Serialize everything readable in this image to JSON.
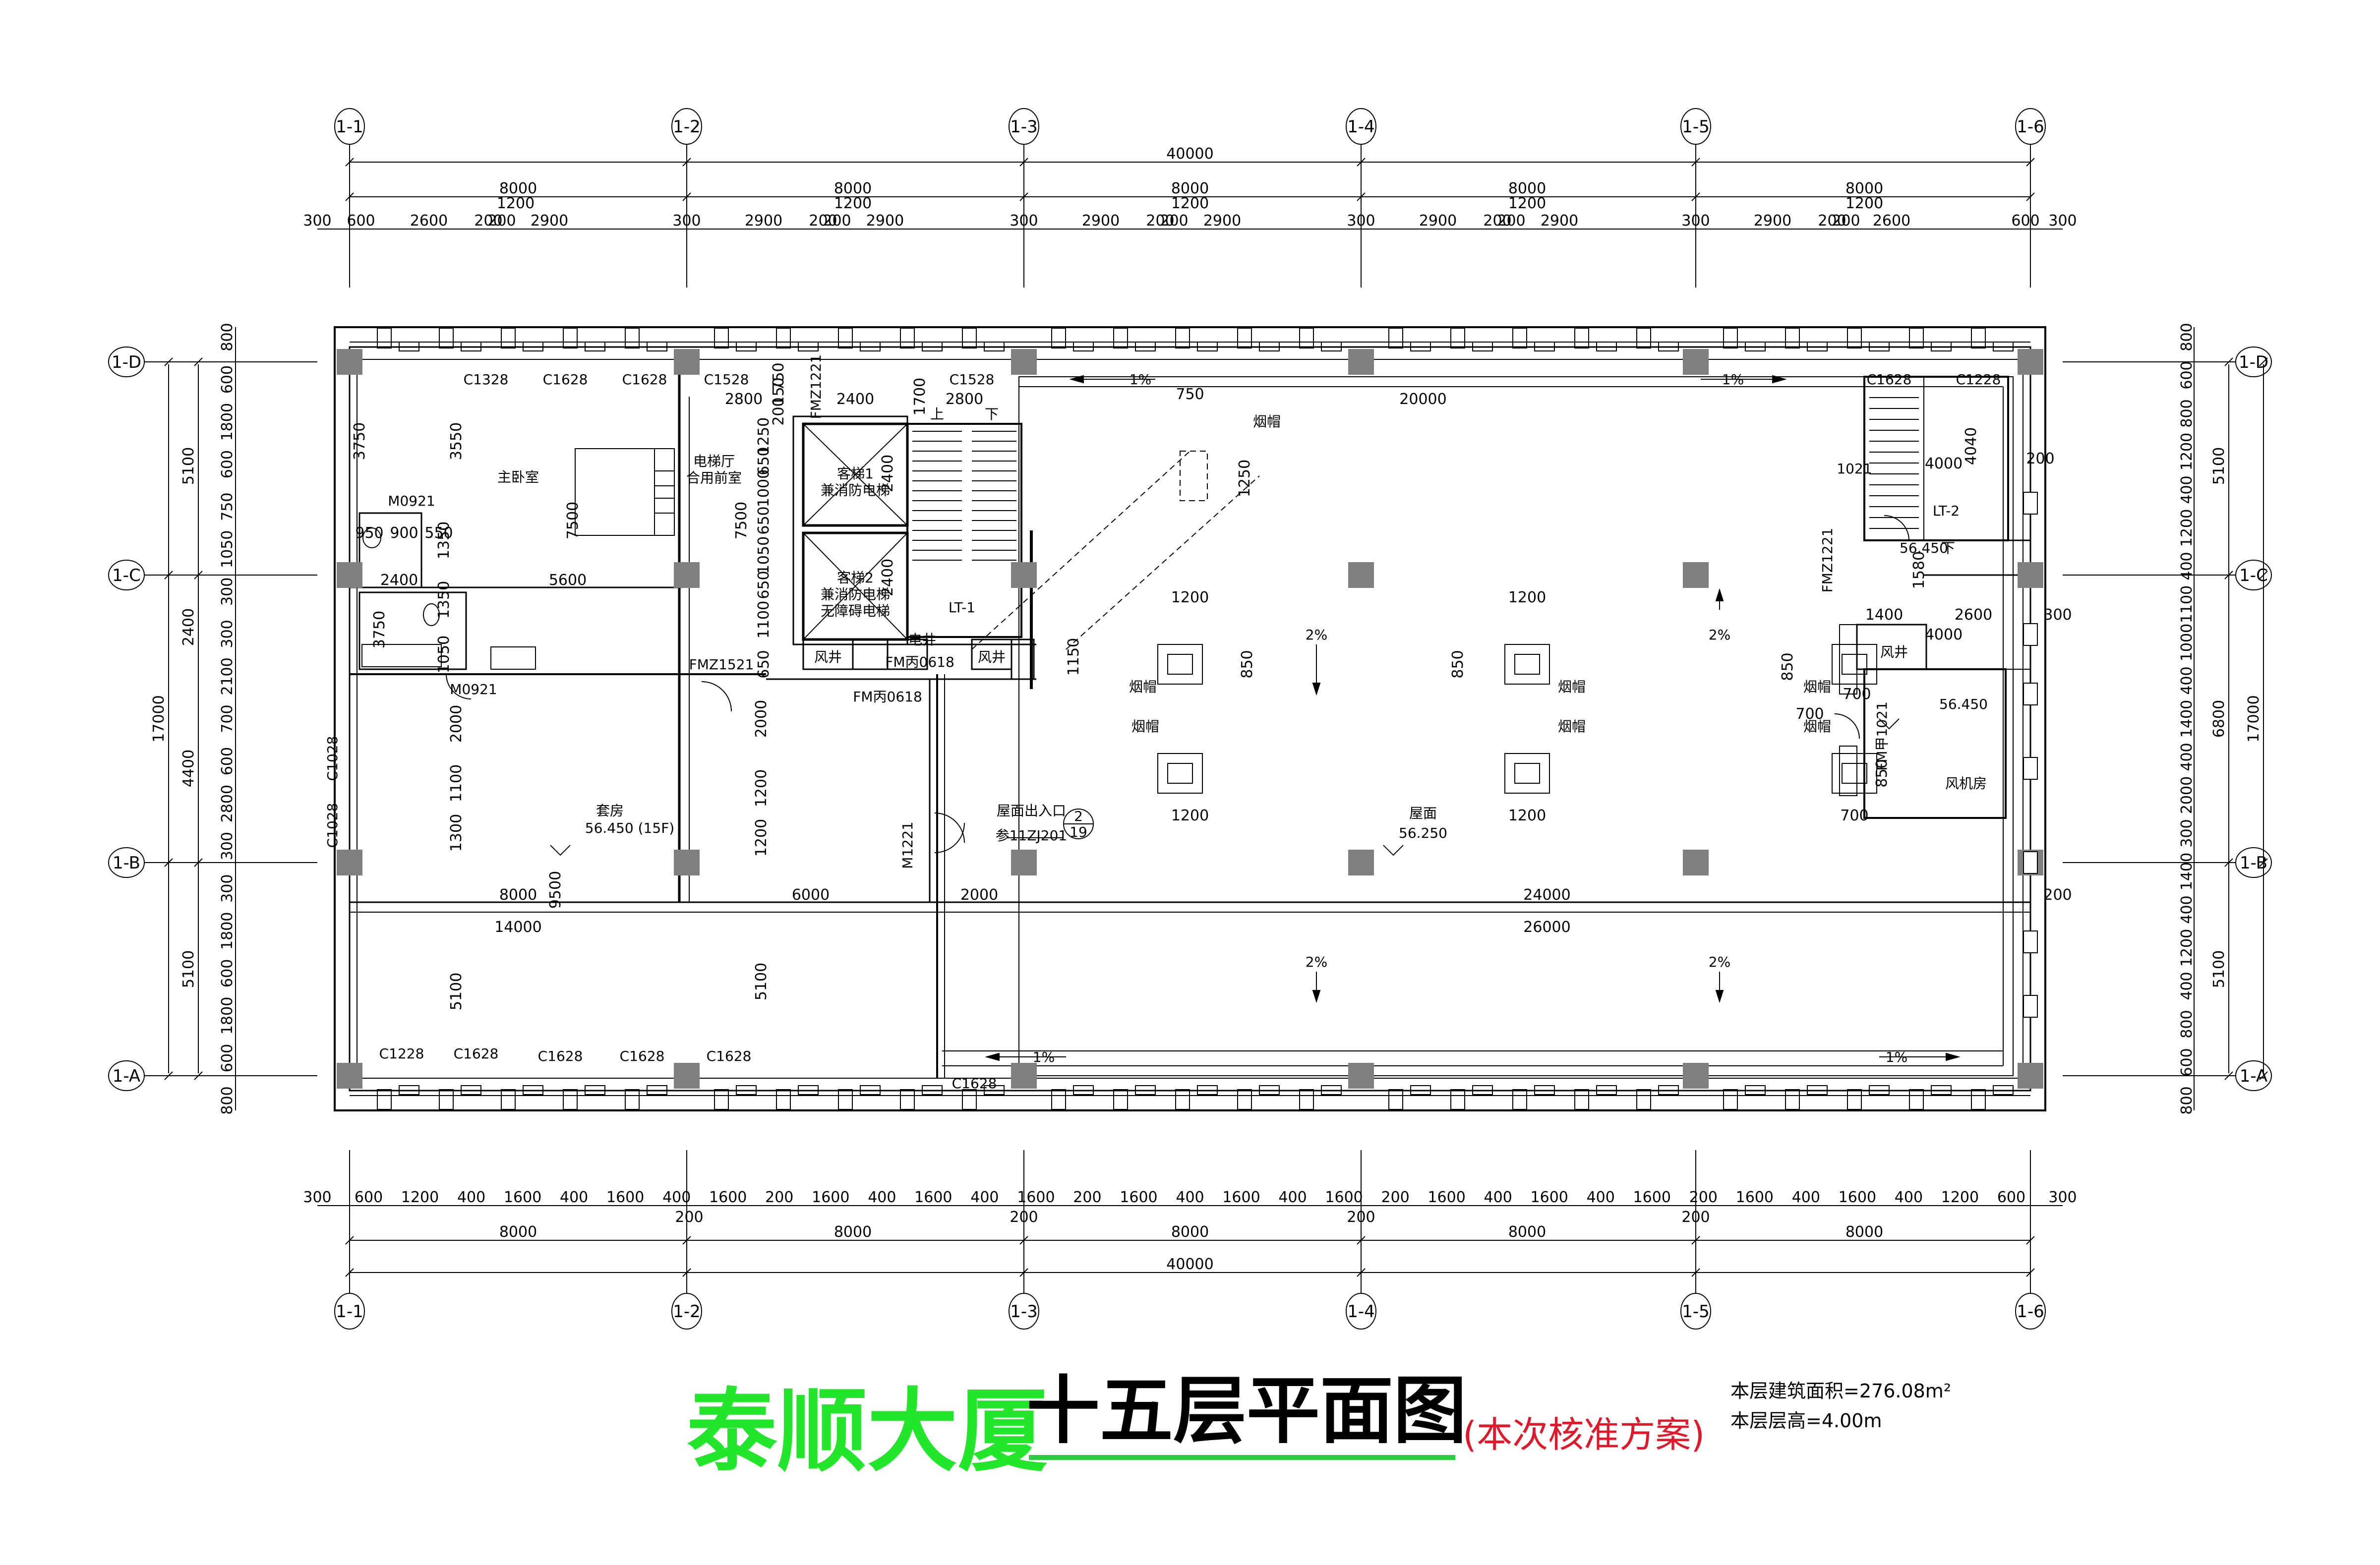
{
  "drawing": {
    "building_name": "泰顺大厦",
    "plan_title": "十五层平面图",
    "status_note": "(本次核准方案)",
    "floor_area": "本层建筑面积=276.08m²",
    "floor_height": "本层层高=4.00m"
  },
  "axes": {
    "x": [
      "1-1",
      "1-2",
      "1-3",
      "1-4",
      "1-5",
      "1-6"
    ],
    "y": [
      "1-D",
      "1-C",
      "1-B",
      "1-A"
    ]
  },
  "dims": {
    "top_total": "40000",
    "top_bay": [
      "8000",
      "8000",
      "8000",
      "8000",
      "8000"
    ],
    "top_sub": [
      "1200",
      "1200",
      "1200",
      "1200",
      "1200"
    ],
    "top_detail": [
      "300",
      "600",
      "2600",
      "200",
      "200",
      "2900",
      "300",
      "2900",
      "200",
      "200",
      "2900",
      "300",
      "2900",
      "200",
      "200",
      "2900",
      "300",
      "2900",
      "200",
      "200",
      "2900",
      "300",
      "2900",
      "200",
      "200",
      "2600",
      "600",
      "300"
    ],
    "bottom_total": "40000",
    "bottom_bay": [
      "8000",
      "8000",
      "8000",
      "8000",
      "8000"
    ],
    "bottom_detail": [
      "300",
      "600",
      "1200",
      "400",
      "1600",
      "400",
      "1600",
      "400",
      "1600",
      "200",
      "1600",
      "400",
      "1600",
      "400",
      "1600",
      "200",
      "1600",
      "400",
      "1600",
      "400",
      "1600",
      "200",
      "1600",
      "400",
      "1600",
      "400",
      "1600",
      "200",
      "1600",
      "400",
      "1600",
      "400",
      "1200",
      "600",
      "300"
    ],
    "bottom_mid": [
      "200",
      "200",
      "200",
      "200"
    ],
    "left_total": "17000",
    "left_bay": [
      "5100",
      "2400",
      "4400",
      "5100"
    ],
    "left_detail": [
      "800",
      "600",
      "1800",
      "600",
      "750",
      "1050",
      "300",
      "300",
      "2100",
      "700",
      "600",
      "2800",
      "300",
      "300",
      "1800",
      "600",
      "1800",
      "600",
      "800"
    ],
    "right_total": "17000",
    "right_bay": [
      "5100",
      "6800",
      "5100"
    ],
    "right_detail": [
      "800",
      "600",
      "800",
      "1200",
      "400",
      "1200",
      "400",
      "1100",
      "1000",
      "400",
      "1400",
      "400",
      "2000",
      "300",
      "1400",
      "400",
      "1200",
      "400",
      "800",
      "600",
      "800"
    ]
  },
  "rooms": {
    "master_bedroom": "主卧室",
    "elevator_lobby": "电梯厅\n合用前室",
    "elevator1": "客梯1\n兼消防电梯",
    "elevator2": "客梯2\n兼消防电梯\n无障碍电梯",
    "shaft_elec": "电井",
    "shaft_air1": "风井",
    "shaft_air2": "风井",
    "shaft_air3": "风井",
    "stair1": "LT-1",
    "stair2": "LT-2",
    "guest_room": "套房",
    "guest_elev": "56.450 (15F)",
    "roof": "屋面",
    "roof_elev": "56.250",
    "fan_room": "风机房",
    "fan_elev": "56.450",
    "stair2_elev": "56.450",
    "roof_entrance": "屋面出入口",
    "roof_ref": "参11ZJ201",
    "detail_num": "2",
    "detail_sheet": "19",
    "chimney": "烟帽",
    "up": "上",
    "down": "下"
  },
  "labels": {
    "windows_top": [
      "C1328",
      "C1628",
      "C1628",
      "C1528",
      "C1528",
      "C1628",
      "C1228"
    ],
    "windows_bottom": [
      "C1228",
      "C1628",
      "C1628",
      "C1628",
      "C1628",
      "C1628"
    ],
    "windows_left": [
      "C1028",
      "C1028"
    ],
    "doors": [
      "M0921",
      "M0921",
      "FMZ1521",
      "FMZ1221",
      "FMZ1221",
      "FM丙0618",
      "FM丙0618",
      "M1221",
      "FM甲1021",
      "1021"
    ],
    "slopes": [
      "1%",
      "1%",
      "1%",
      "1%",
      "2%",
      "2%",
      "2%",
      "2%"
    ],
    "interior_dims": [
      "3750",
      "3550",
      "7500",
      "7500",
      "2800",
      "2400",
      "2800",
      "1700",
      "20000",
      "750",
      "1250",
      "1200",
      "1200",
      "850",
      "850",
      "1200",
      "1200",
      "5600",
      "2400",
      "900",
      "550",
      "950",
      "1350",
      "1350",
      "1050",
      "3750",
      "2000",
      "1100",
      "1300",
      "9500",
      "5100",
      "2000",
      "1200",
      "1200",
      "5100",
      "8000",
      "6000",
      "2000",
      "24000",
      "14000",
      "26000",
      "1150",
      "1400",
      "2600",
      "4000",
      "700",
      "700",
      "850",
      "850",
      "700",
      "1580",
      "4000",
      "4040",
      "200",
      "200",
      "300"
    ],
    "shaft_dims": [
      "650",
      "1100",
      "650",
      "1050",
      "650",
      "1000",
      "650",
      "1250",
      "200",
      "150",
      "750",
      "2400",
      "2400"
    ]
  }
}
